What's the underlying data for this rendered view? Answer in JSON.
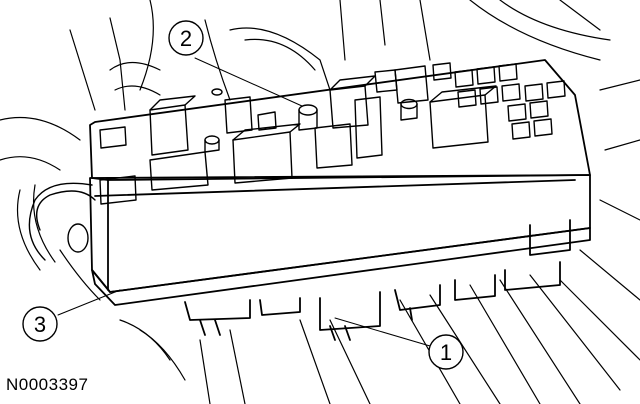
{
  "callouts": [
    {
      "label": "1"
    },
    {
      "label": "2"
    },
    {
      "label": "3"
    }
  ],
  "figure_id": "N0003397"
}
